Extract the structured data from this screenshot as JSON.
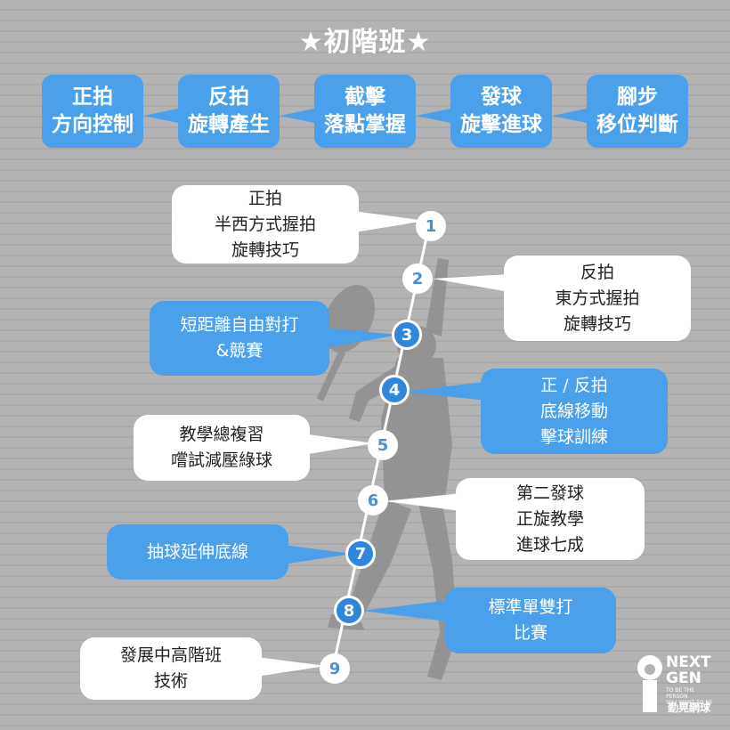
{
  "title": "★初階班★",
  "top_steps": [
    {
      "line1": "正拍",
      "line2": "方向控制"
    },
    {
      "line1": "反拍",
      "line2": "旋轉產生"
    },
    {
      "line1": "截擊",
      "line2": "落點掌握"
    },
    {
      "line1": "發球",
      "line2": "旋擊進球"
    },
    {
      "line1": "腳步",
      "line2": "移位判斷"
    }
  ],
  "stages": [
    {
      "number": "1",
      "lines": [
        "正拍",
        "半西方式握拍",
        "旋轉技巧"
      ],
      "style": "white"
    },
    {
      "number": "2",
      "lines": [
        "反拍",
        "東方式握拍",
        "旋轉技巧"
      ],
      "style": "white"
    },
    {
      "number": "3",
      "lines": [
        "短距離自由對打",
        "&競賽"
      ],
      "style": "blue"
    },
    {
      "number": "4",
      "lines": [
        "正 / 反拍",
        "底線移動",
        "擊球訓練"
      ],
      "style": "blue"
    },
    {
      "number": "5",
      "lines": [
        "教學總複習",
        "嚐試減壓綠球"
      ],
      "style": "white"
    },
    {
      "number": "6",
      "lines": [
        "第二發球",
        "正旋教學",
        "進球七成"
      ],
      "style": "white"
    },
    {
      "number": "7",
      "lines": [
        "抽球延伸底線"
      ],
      "style": "blue"
    },
    {
      "number": "8",
      "lines": [
        "標準單雙打",
        "比賽"
      ],
      "style": "blue"
    },
    {
      "number": "9",
      "lines": [
        "發展中高階班",
        "技術"
      ],
      "style": "white"
    }
  ],
  "logo": {
    "line1": "NEXT",
    "line2": "GEN",
    "tagline1": "TO BE THE PERSON",
    "tagline2": "YOU WANT TO BE",
    "brand": "勤晃網球"
  },
  "colors": {
    "accent_blue": "#4aa0ea",
    "number_blue": "#2f86dc",
    "background_gray": "#b3b3b3"
  }
}
